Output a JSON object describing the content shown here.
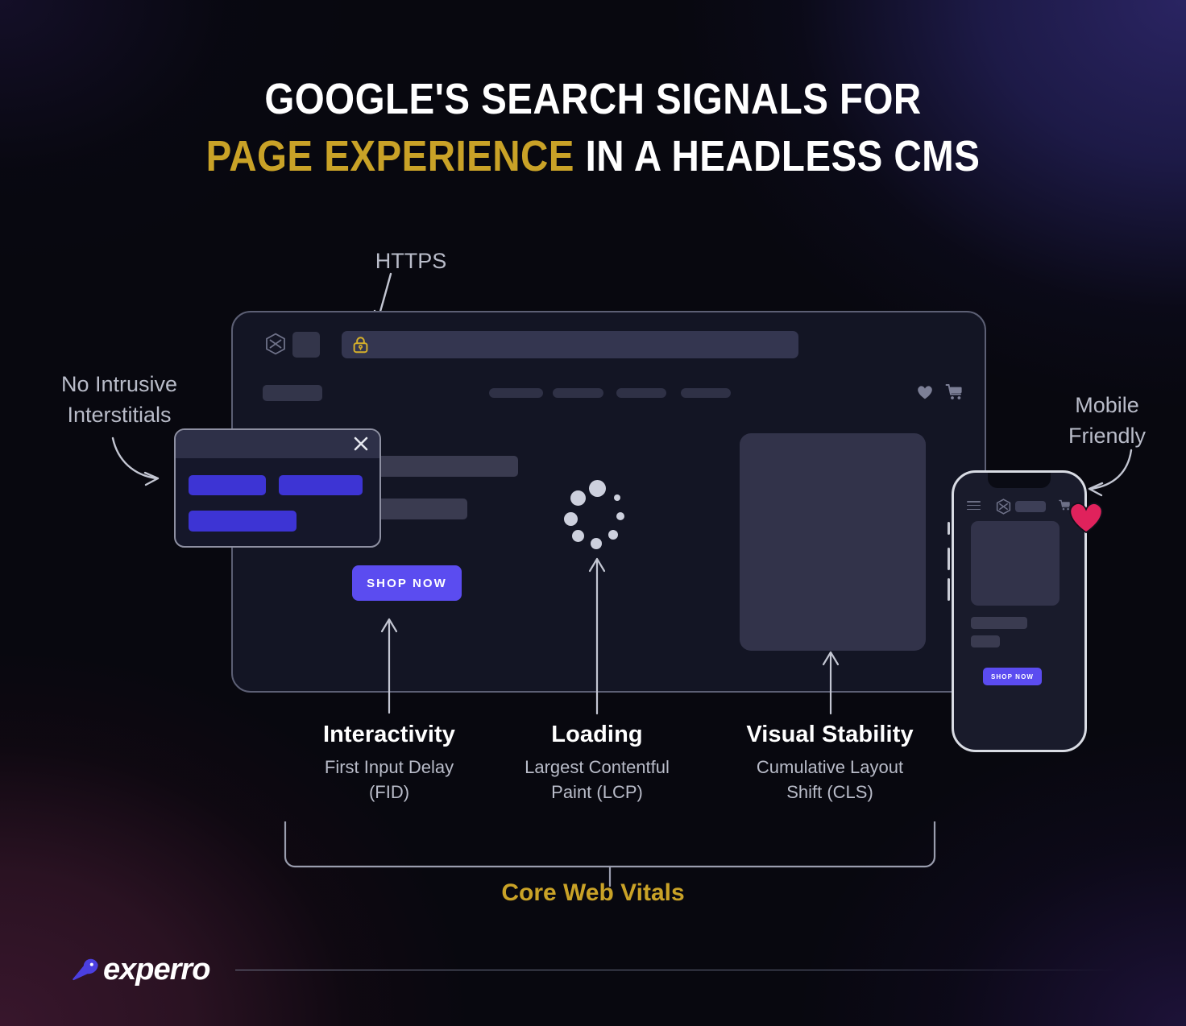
{
  "title": {
    "line1": "GOOGLE'S SEARCH SIGNALS FOR",
    "line2_accent": "PAGE EXPERIENCE",
    "line2_rest": " IN A HEADLESS CMS"
  },
  "annotations": {
    "https": "HTTPS",
    "no_interstitials_line1": "No Intrusive",
    "no_interstitials_line2": "Interstitials",
    "mobile_line1": "Mobile",
    "mobile_line2": "Friendly"
  },
  "browser": {
    "address_bar_placeholder": "",
    "shop_now_label": "SHOP NOW",
    "icons": [
      "hexagon-logo-icon",
      "lock-icon",
      "heart-icon",
      "cart-icon"
    ],
    "nav_pill_count": 4
  },
  "modal": {
    "close_label": "✕",
    "pill_count": 3
  },
  "phone": {
    "shop_now_label": "SHOP NOW",
    "icons": [
      "hamburger-menu-icon",
      "hexagon-logo-icon",
      "cart-icon",
      "heart-icon"
    ]
  },
  "metrics": [
    {
      "title": "Interactivity",
      "sub_line1": "First Input Delay",
      "sub_line2": "(FID)"
    },
    {
      "title": "Loading",
      "sub_line1": "Largest Contentful",
      "sub_line2": "Paint (LCP)"
    },
    {
      "title": "Visual Stability",
      "sub_line1": "Cumulative Layout",
      "sub_line2": "Shift (CLS)"
    }
  ],
  "core_web_vitals_label": "Core Web Vitals",
  "footer": {
    "brand": "experro"
  },
  "colors": {
    "accent_gold": "#c9a227",
    "accent_indigo": "#5b4cf0",
    "modal_pill": "#3d34d4",
    "heart_pink": "#e0225c",
    "lock_yellow": "#d6b02a",
    "text_muted": "#b9bcc9",
    "background_navy": "#211d52",
    "background_plum": "#2a1320",
    "background_base": "#07070f"
  }
}
